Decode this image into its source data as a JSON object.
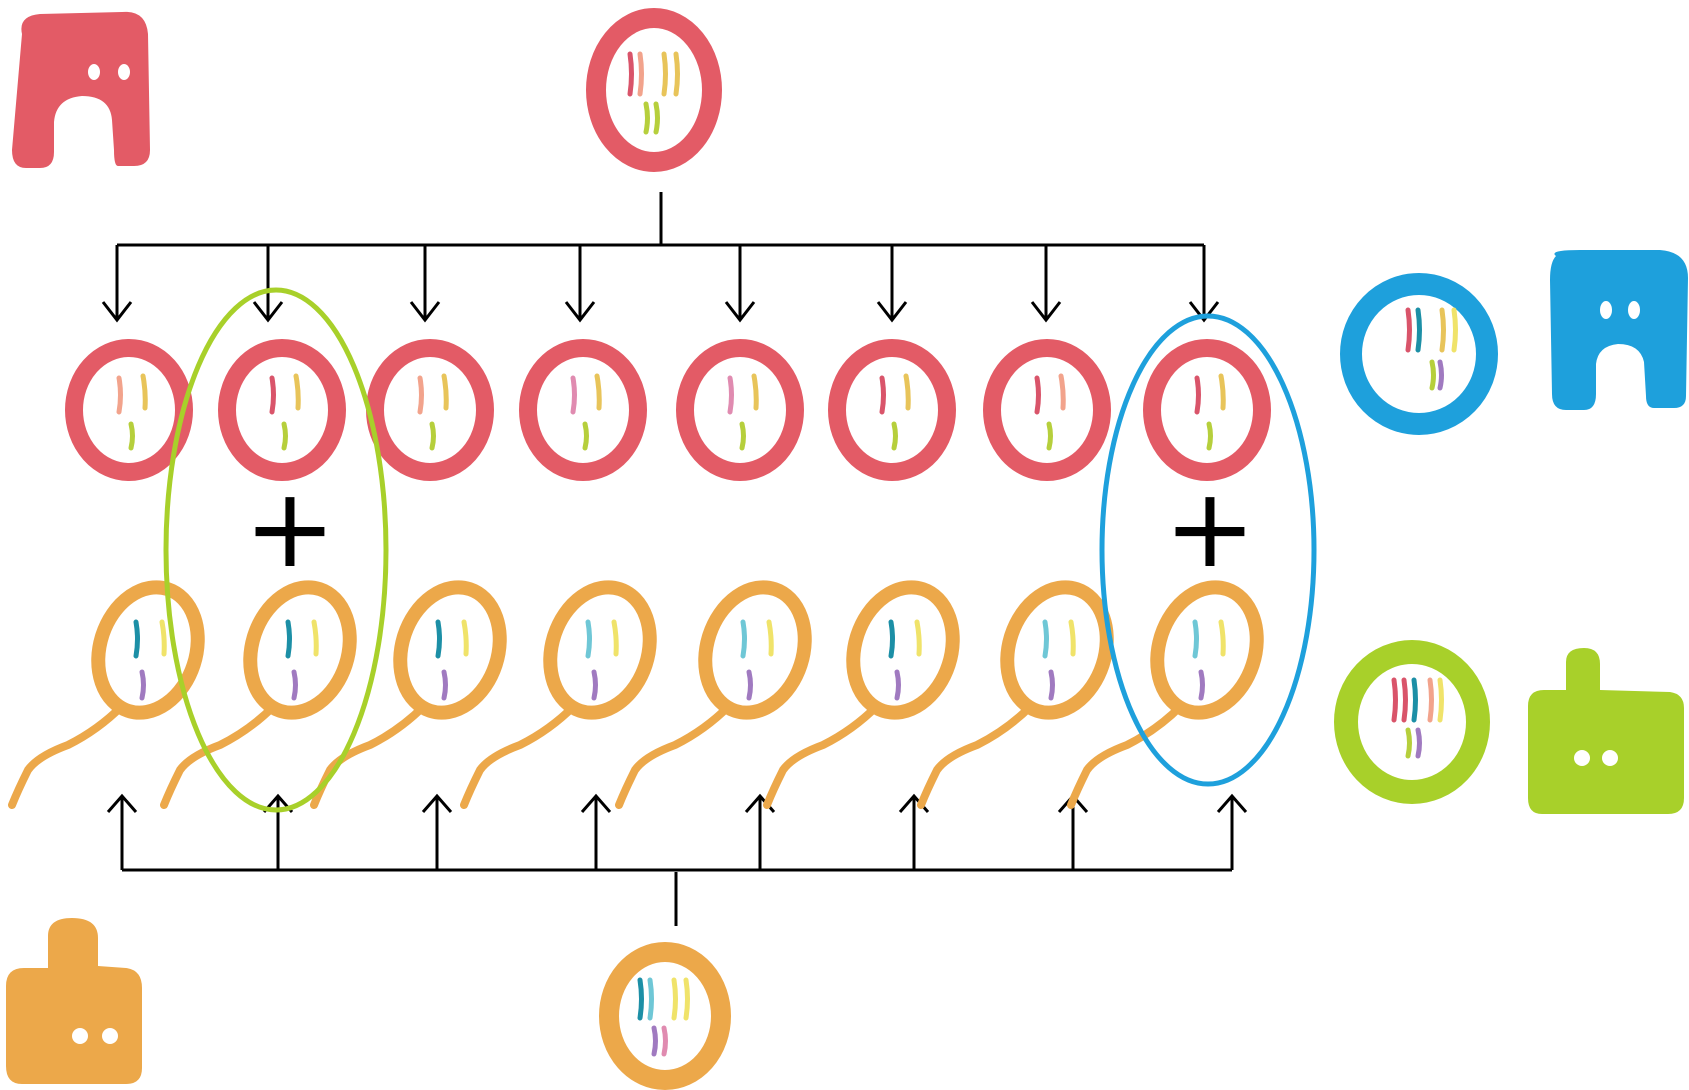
{
  "diagram": {
    "operator_symbol": "+",
    "egg_count": 8,
    "sperm_count": 8,
    "colors": {
      "mother": "#e35b66",
      "father": "#eca84a",
      "child_a": "#a8d02a",
      "child_b": "#1ea0dc",
      "line": "#000000",
      "chromosome_palette": [
        "#d9546a",
        "#f2a38c",
        "#e8c45a",
        "#b6cf3c",
        "#1c8fa6",
        "#6fc7d6",
        "#f0e36a",
        "#a07ac0",
        "#e08bb0"
      ]
    },
    "icons": {
      "mother": "pink-creature-icon",
      "father": "orange-creature-icon",
      "child_a": "green-creature-icon",
      "child_b": "blue-creature-icon"
    },
    "groupings": [
      "green-oval",
      "blue-oval"
    ]
  }
}
